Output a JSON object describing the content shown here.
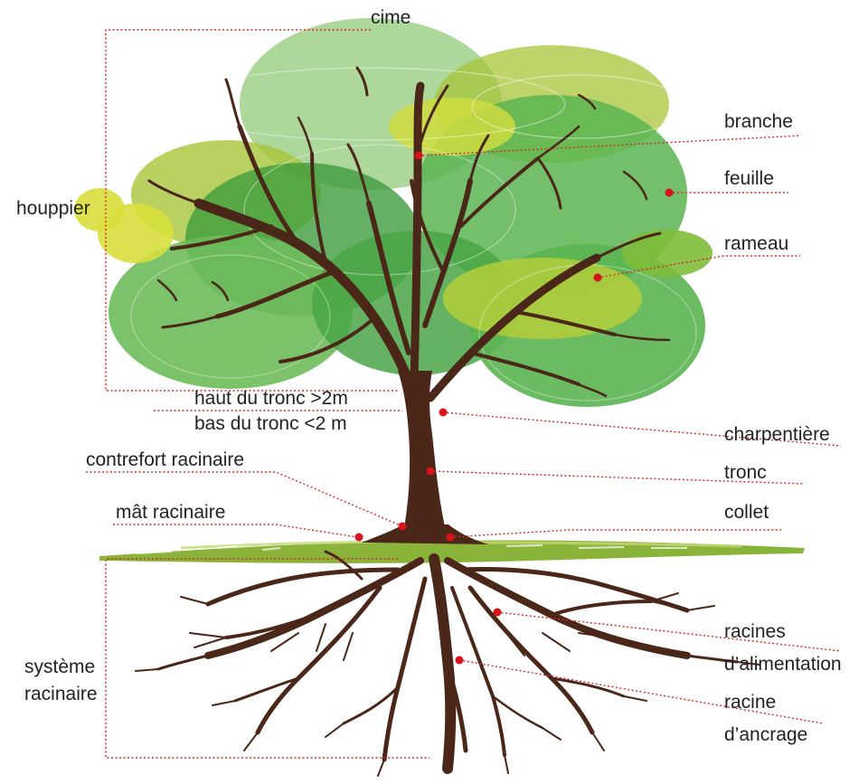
{
  "labels": {
    "cime": "cime",
    "houppier": "houppier",
    "branche": "branche",
    "feuille": "feuille",
    "rameau": "rameau",
    "haut_tronc": "haut du tronc >2m",
    "bas_tronc": "bas du tronc <2 m",
    "charpentiere": "charpentière",
    "contrefort": "contrefort racinaire",
    "tronc": "tronc",
    "mat": "mât racinaire",
    "collet": "collet",
    "systeme_line1": "système",
    "systeme_line2": "racinaire",
    "racines_alim_line1": "racines",
    "racines_alim_line2": "d’alimentation",
    "racine_ancrage_line1": "racine",
    "racine_ancrage_line2": "d’ancrage"
  },
  "colors": {
    "trunk": "#4a2718",
    "leader_line": "#d22a2a",
    "marker": "#d7141b",
    "ground": "#8ab33a",
    "foliage_dark": "#4aa646",
    "foliage_mid": "#6dbb5a",
    "foliage_light": "#9fd08a",
    "foliage_lime": "#a8c63a",
    "foliage_yellow": "#d8df3c"
  }
}
